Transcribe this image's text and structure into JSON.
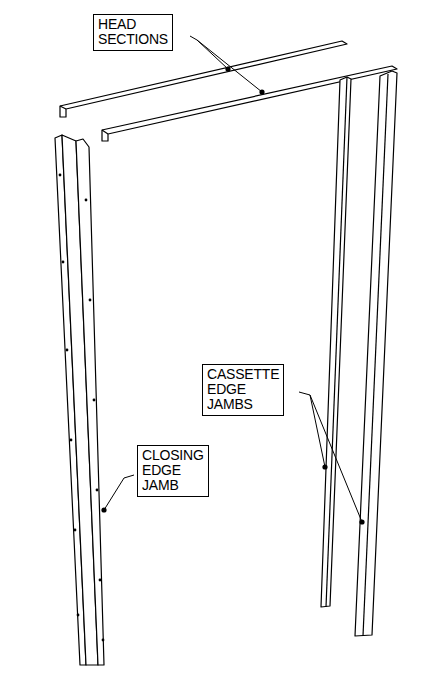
{
  "diagram": {
    "nodes": [
      {
        "text": [
          "HEAD SECTIONS"
        ]
      },
      {
        "text": [
          "CASSETTE EDGE JAMBS"
        ]
      },
      {
        "text": [
          "CLOSING EDGE JAMB"
        ]
      }
    ]
  }
}
